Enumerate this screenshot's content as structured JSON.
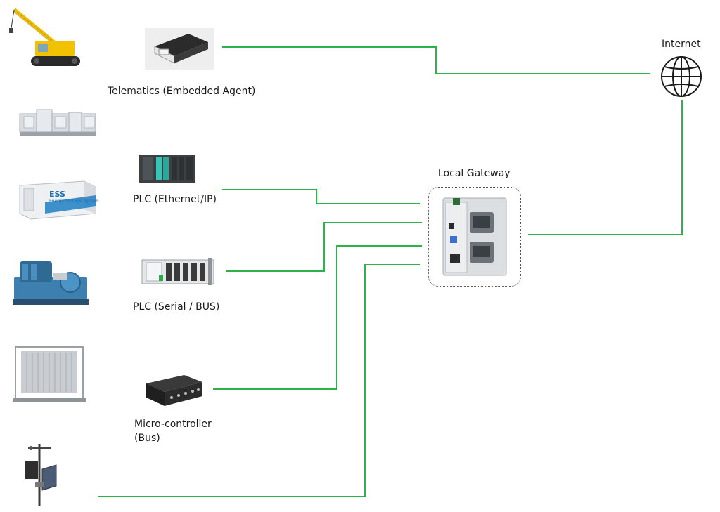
{
  "colors": {
    "link": "#2bb34a"
  },
  "devices": [
    {
      "id": "crane",
      "name": "crawler crane"
    },
    {
      "id": "production-line",
      "name": "production line"
    },
    {
      "id": "ess",
      "name": "energy storage container",
      "badge": "ESS",
      "badge_sub": "Energy Storage System"
    },
    {
      "id": "compressor",
      "name": "industrial compressor"
    },
    {
      "id": "cooling-unit",
      "name": "cooling tower unit"
    },
    {
      "id": "weather-station",
      "name": "weather station"
    }
  ],
  "connectors": {
    "telematics": {
      "label": "Telematics (Embedded Agent)"
    },
    "plc_ethernet": {
      "label": "PLC (Ethernet/IP)"
    },
    "plc_serial": {
      "label": "PLC (Serial / BUS)"
    },
    "microcontroller": {
      "label_line1": "Micro-controller",
      "label_line2": "(Bus)"
    }
  },
  "gateway": {
    "label": "Local Gateway"
  },
  "internet": {
    "label": "Internet"
  }
}
